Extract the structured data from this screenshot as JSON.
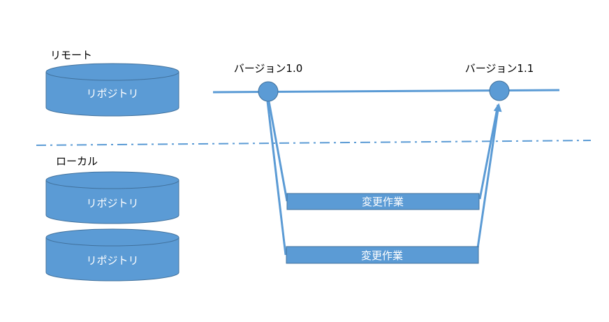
{
  "colors": {
    "fill": "#5b9bd5",
    "stroke": "#41719c",
    "line": "#5b9bd5",
    "text_dark": "#000000",
    "text_light": "#ffffff"
  },
  "sections": {
    "remote": "リモート",
    "local": "ローカル"
  },
  "repositories": {
    "remote": [
      {
        "label": "リポジトリ"
      }
    ],
    "local": [
      {
        "label": "リポジトリ"
      },
      {
        "label": "リポジトリ"
      }
    ]
  },
  "versions": [
    {
      "label": "バージョン1.0"
    },
    {
      "label": "バージョン1.1"
    }
  ],
  "tasks": [
    {
      "label": "変更作業"
    },
    {
      "label": "変更作業"
    }
  ]
}
